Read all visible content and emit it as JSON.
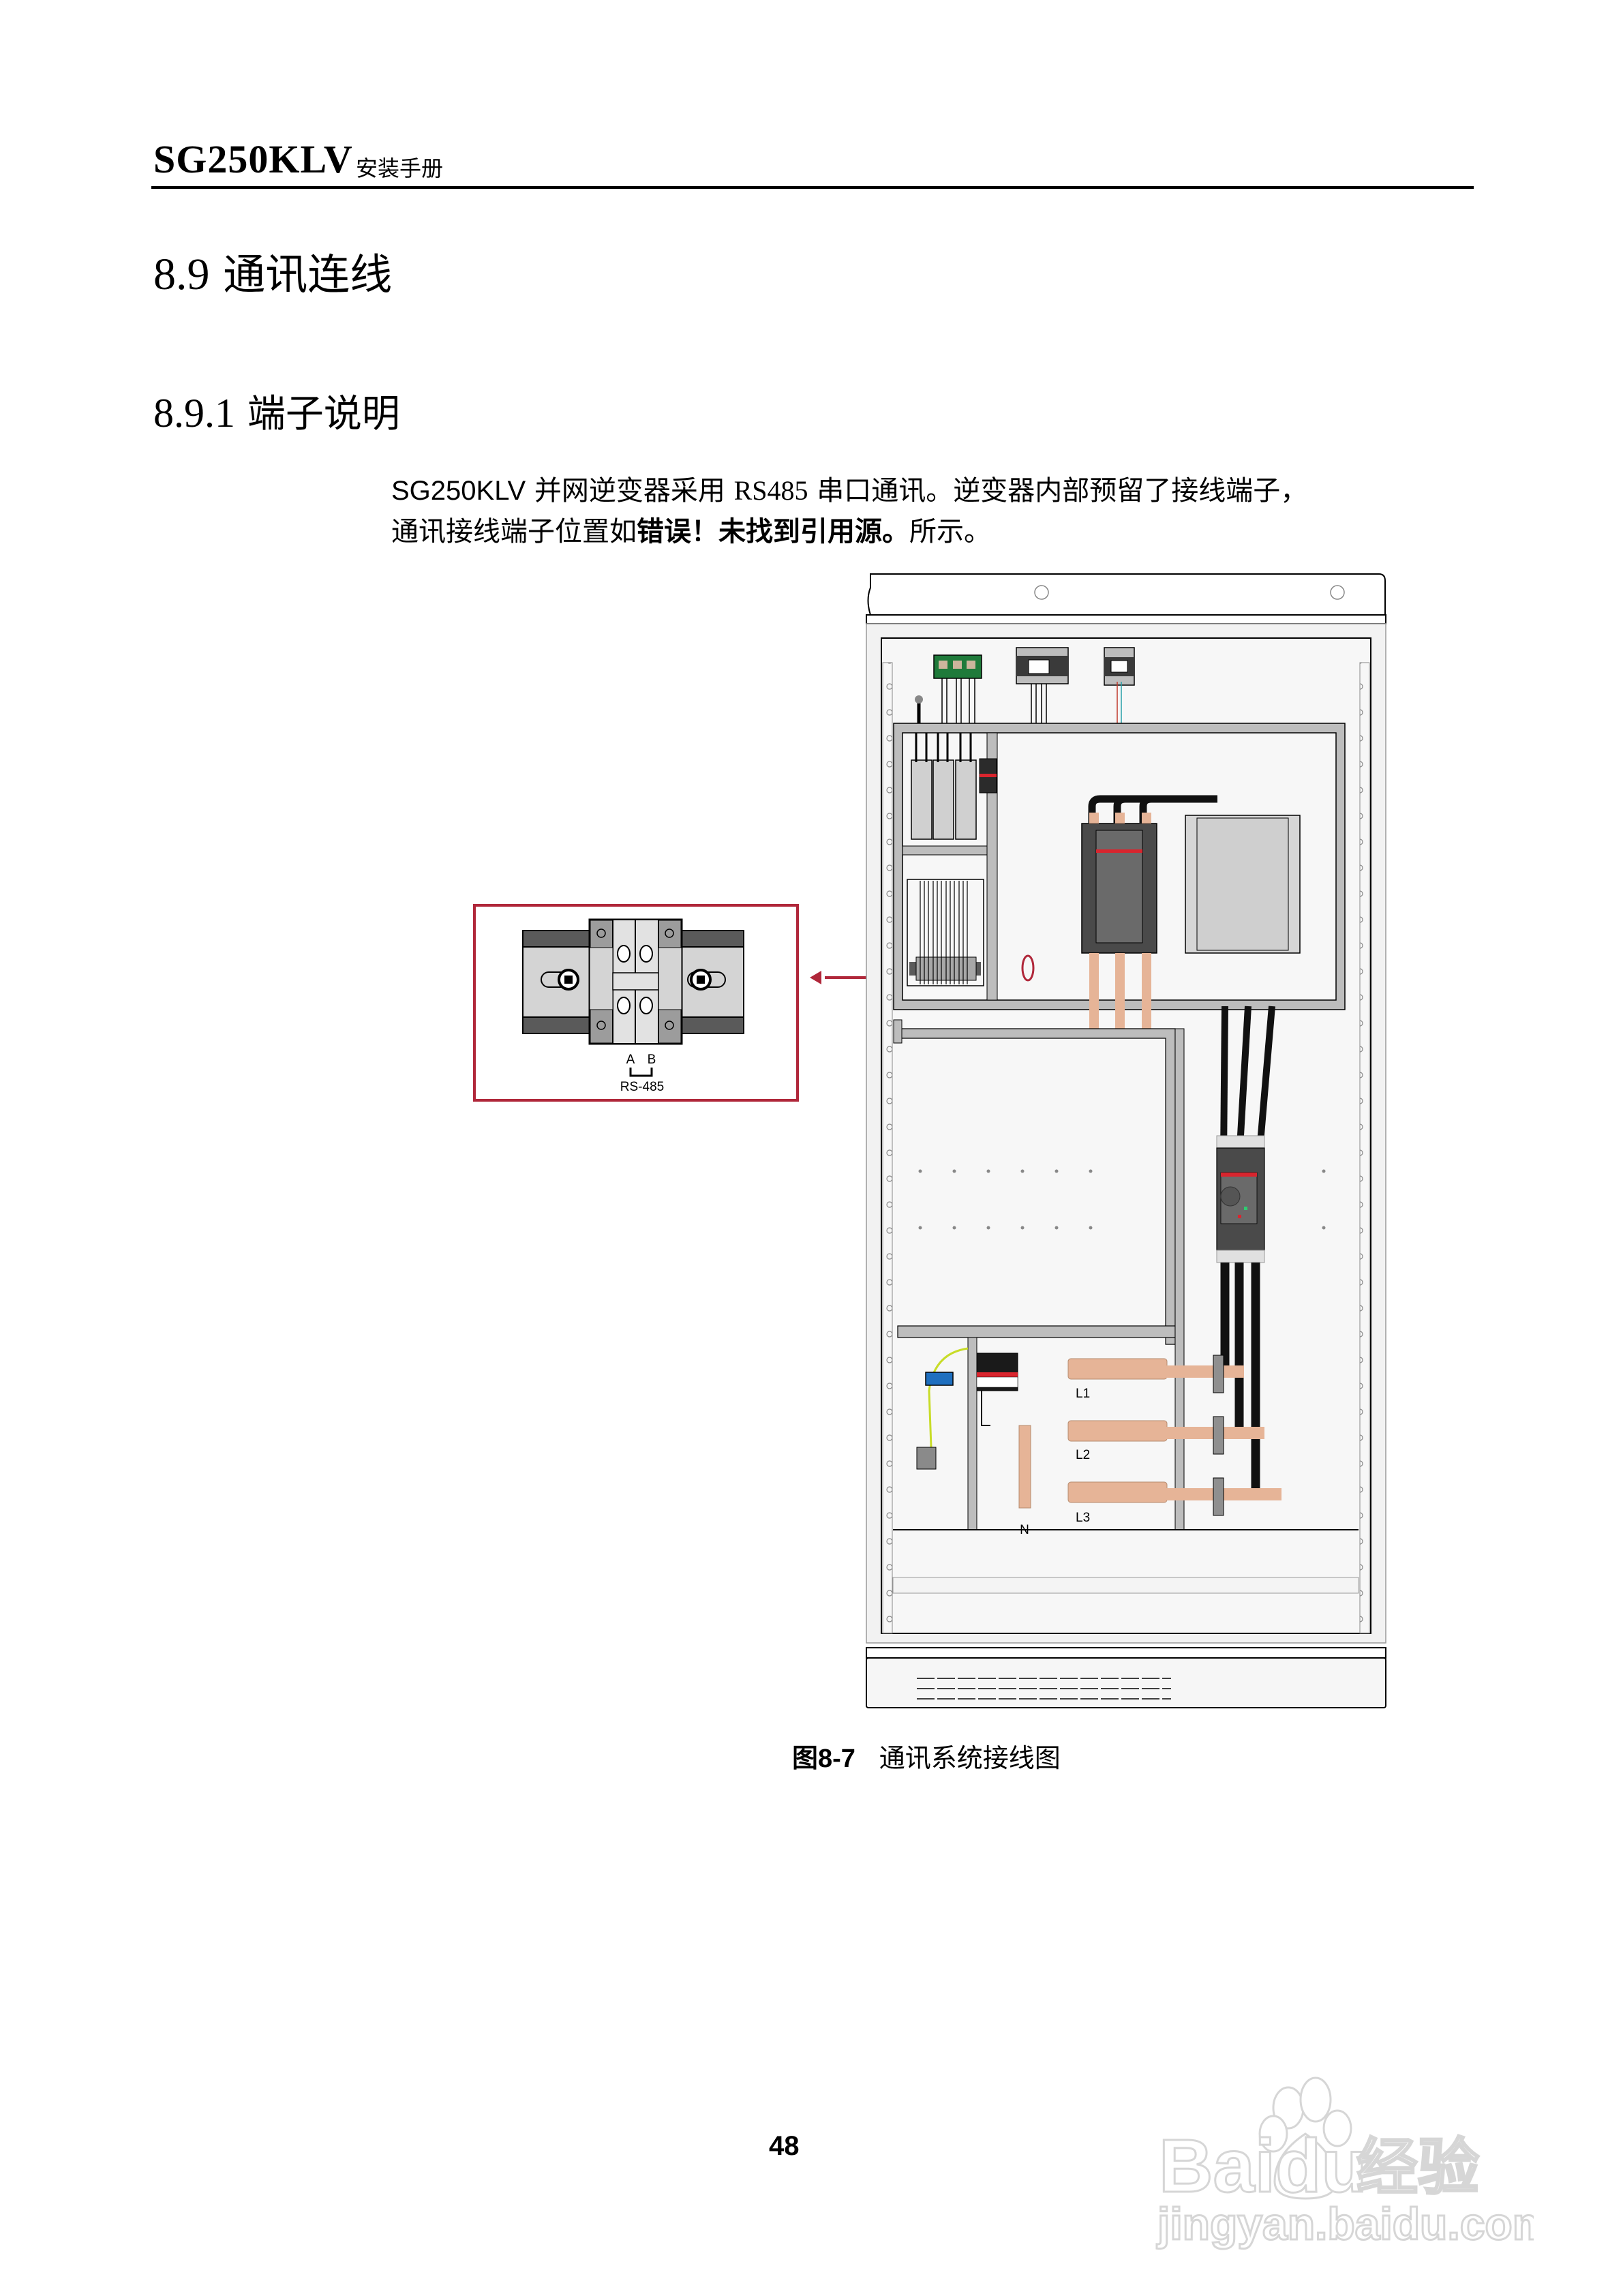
{
  "header": {
    "model": "SG250KLV",
    "subtitle": "安装手册"
  },
  "section": {
    "number": "8.9",
    "title": "通讯连线"
  },
  "subsection": {
    "number": "8.9.1",
    "title": "端子说明"
  },
  "body": {
    "line1_model": "SG250KLV",
    "line1_a": " 并网逆变器采用 ",
    "line1_rs": "RS485",
    "line1_b": " 串口通讯。逆变器内部预留了接线端子，",
    "line2_a": "通讯接线端子位置如",
    "line2_error": "错误！未找到引用源。",
    "line2_b": "所示。"
  },
  "figure": {
    "detail_labels": {
      "a": "A",
      "b": "B",
      "bus": "RS-485"
    },
    "busbar_labels": [
      "L1",
      "L2",
      "L3",
      "N"
    ],
    "colors": {
      "callout": "#b0273a",
      "copper": "#e6b497",
      "cable": "#111111",
      "panel_gray": "#bdbdbd",
      "device_dark": "#4a4a4a",
      "pcb_green": "#1f7a3a",
      "ground_wire": "#c8dc28",
      "blue_block": "#1f6fbf",
      "abb_red": "#d9252e"
    }
  },
  "caption": {
    "label": "图8-7",
    "text": "通讯系统接线图"
  },
  "page_number": "48",
  "watermark": {
    "brand": "Baidu",
    "product": "经验",
    "url": "jingyan.baidu.com"
  }
}
